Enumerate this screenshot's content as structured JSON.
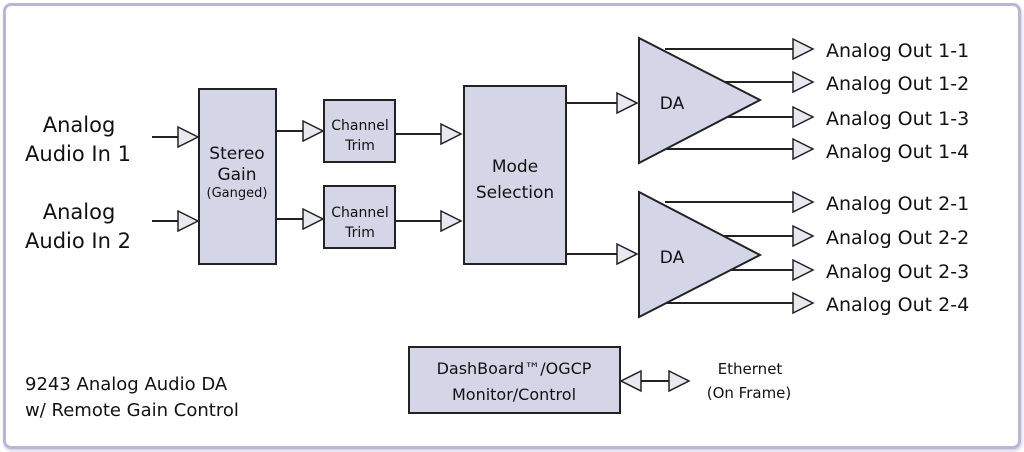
{
  "inputs": [
    {
      "line1": "Analog",
      "line2": "Audio In 1"
    },
    {
      "line1": "Analog",
      "line2": "Audio In 2"
    }
  ],
  "stereo_gain": {
    "line1": "Stereo",
    "line2": "Gain",
    "line3": "(Ganged)"
  },
  "channel_trim": [
    {
      "line1": "Channel",
      "line2": "Trim"
    },
    {
      "line1": "Channel",
      "line2": "Trim"
    }
  ],
  "mode_selection": {
    "line1": "Mode",
    "line2": "Selection"
  },
  "da": [
    {
      "label": "DA"
    },
    {
      "label": "DA"
    }
  ],
  "outputs_1": [
    "Analog Out 1-1",
    "Analog Out 1-2",
    "Analog Out 1-3",
    "Analog Out 1-4"
  ],
  "outputs_2": [
    "Analog Out 2-1",
    "Analog Out 2-2",
    "Analog Out 2-3",
    "Analog Out 2-4"
  ],
  "dashboard": {
    "line1": "DashBoard™/OGCP",
    "line2": "Monitor/Control"
  },
  "ethernet": {
    "line1": "Ethernet",
    "line2": "(On Frame)"
  },
  "caption": {
    "line1": "9243 Analog Audio DA",
    "line2": "w/ Remote Gain Control"
  }
}
